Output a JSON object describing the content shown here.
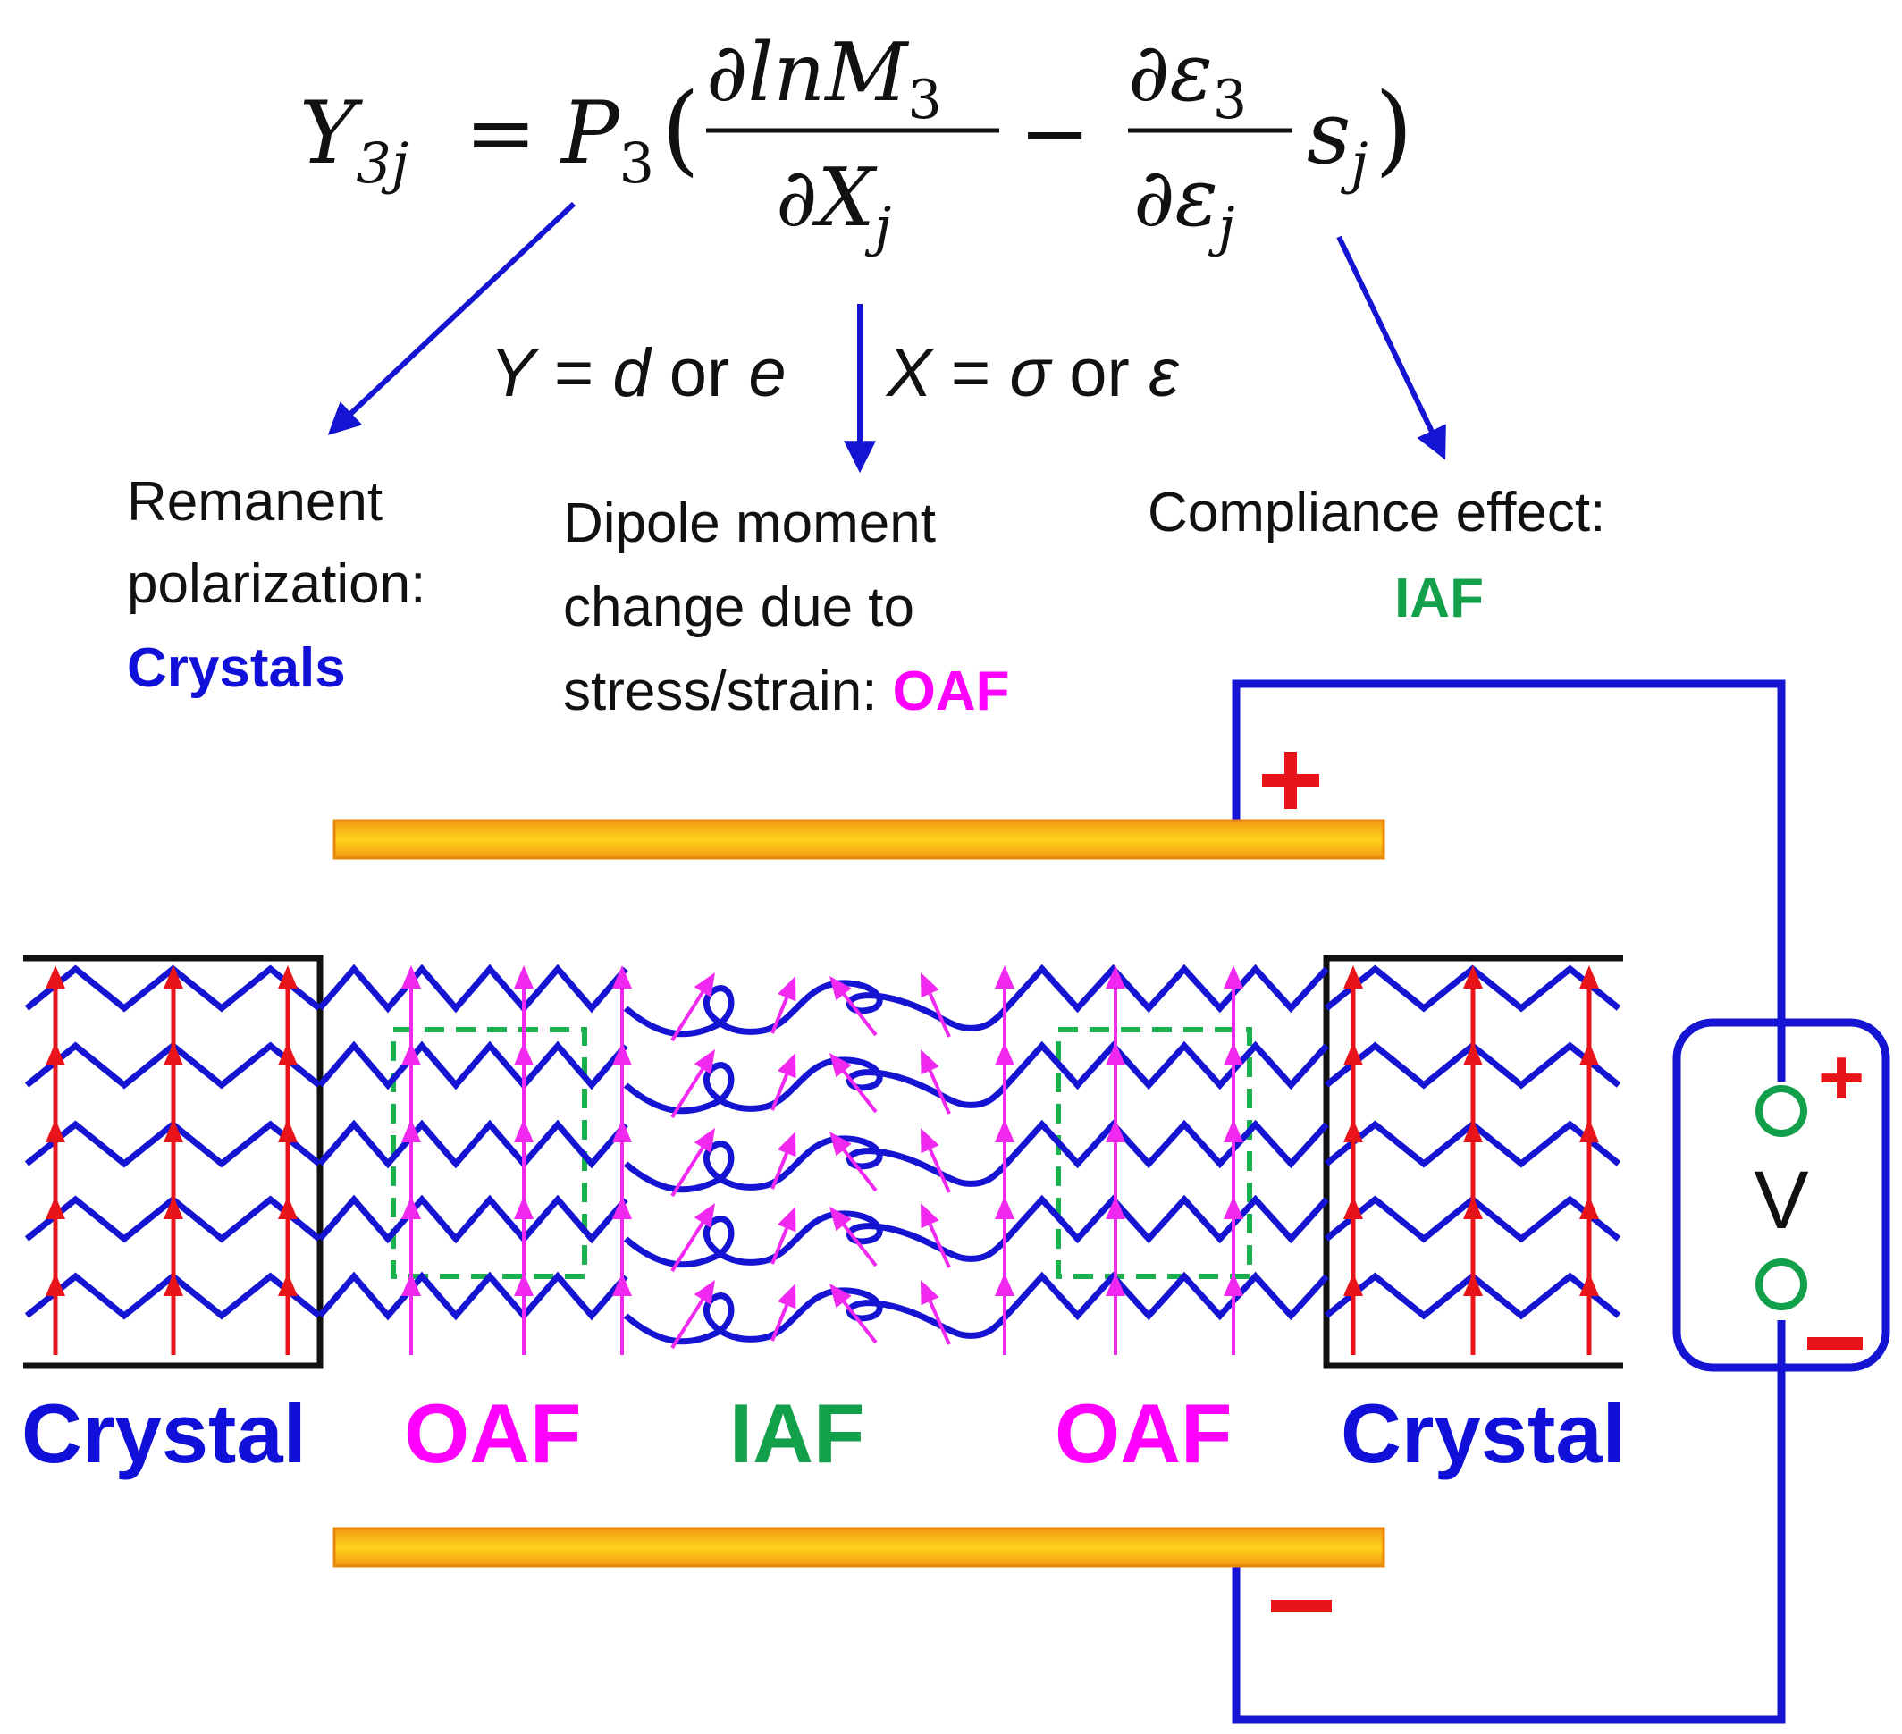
{
  "equation": {
    "lhs_base": "Y",
    "lhs_sub": "3j",
    "equals": "=",
    "p_base": "P",
    "p_sub": "3",
    "open_paren": "(",
    "close_paren": ")",
    "frac1_num_pre": "∂lnM",
    "frac1_num_sub": "3",
    "frac1_den_pre": "∂X",
    "frac1_den_sub": "j",
    "minus": "−",
    "frac2_num_pre": "∂ε",
    "frac2_num_sub": "3",
    "frac2_den_pre": "∂ε",
    "frac2_den_sub": "j",
    "s_base": "s",
    "s_sub": "j"
  },
  "definitions": {
    "y_def": [
      "Y",
      " = ",
      "d",
      " or ",
      "e"
    ],
    "x_def": [
      "X",
      " = ",
      "σ",
      " or ",
      "ε"
    ]
  },
  "annotations": {
    "remanent": {
      "line1": "Remanent",
      "line2": "polarization:",
      "highlight": "Crystals",
      "color": "#1010d8"
    },
    "dipole": {
      "line1": "Dipole moment",
      "line2": "change due to",
      "line3": "stress/strain: ",
      "highlight": "OAF",
      "color": "#ff00ff"
    },
    "compliance": {
      "line1": "Compliance effect:",
      "highlight": "IAF",
      "color": "#13a04a"
    }
  },
  "regions": {
    "crystal_left": "Crystal",
    "oaf_left": "OAF",
    "iaf": "IAF",
    "oaf_right": "OAF",
    "crystal_right": "Crystal"
  },
  "circuit": {
    "voltage_label": "V",
    "top_electrode_sign": "+",
    "bottom_electrode_sign": "−",
    "source_plus": "+",
    "source_minus": "−"
  },
  "colors": {
    "chain": "#1414d2",
    "crystal_dipole": "#e8141a",
    "amorphous_dipole": "#f028f0",
    "electrode": "#f7bf1a",
    "electrode_edge": "#e8870f",
    "crystal_color": "#1010d8",
    "oaf_color": "#ff00ff",
    "iaf_color": "#13a04a",
    "dashed_box": "#1db04e",
    "sign_red": "#e8141a",
    "terminal": "#13a04a"
  }
}
